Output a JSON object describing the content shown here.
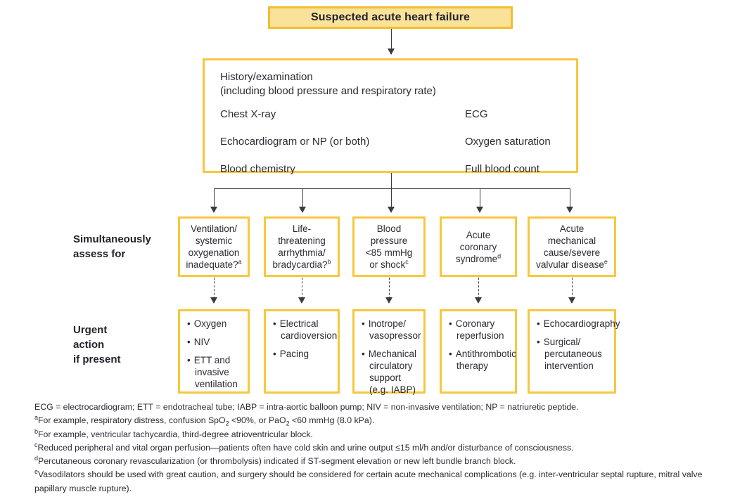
{
  "title_box": {
    "label": "Suspected acute heart failure"
  },
  "main_box": {
    "head_line_1": "History/examination",
    "head_line_2": "(including blood pressure and respiratory rate)",
    "rows": [
      {
        "left": "Chest X-ray",
        "right": "ECG"
      },
      {
        "left": "Echocardiogram or NP (or both)",
        "right": "Oxygen saturation"
      },
      {
        "left": "Blood chemistry",
        "right": "Full blood count"
      }
    ]
  },
  "row_labels": {
    "assess": "Simultaneously\nassess for",
    "action": "Urgent\naction\nif present"
  },
  "assess_boxes": [
    {
      "name": "ventilation",
      "lines": [
        "Ventilation/",
        "systemic",
        "oxygenation",
        "inadequate?"
      ],
      "superscript": "a"
    },
    {
      "name": "arrhythmia",
      "lines": [
        "Life-threatening",
        "arrhythmia/",
        "bradycardia?"
      ],
      "superscript": "b"
    },
    {
      "name": "blood-pressure",
      "lines": [
        "Blood pressure",
        "<85 mmHg",
        "or shock"
      ],
      "superscript": "c"
    },
    {
      "name": "acute-coronary-syndrome",
      "lines": [
        "Acute",
        "coronary",
        "syndrome"
      ],
      "superscript": "d"
    },
    {
      "name": "mechanical-cause",
      "lines": [
        "Acute",
        "mechanical",
        "cause/severe",
        "valvular disease"
      ],
      "superscript": "e"
    }
  ],
  "action_boxes": [
    {
      "name": "ventilation-actions",
      "items": [
        "Oxygen",
        "NIV",
        "ETT and invasive ventilation"
      ]
    },
    {
      "name": "arrhythmia-actions",
      "items": [
        "Electrical cardioversion",
        "Pacing"
      ]
    },
    {
      "name": "blood-pressure-actions",
      "items": [
        "Inotrope/ vasopressor",
        "Mechanical circulatory support (e.g. IABP)"
      ]
    },
    {
      "name": "acs-actions",
      "items": [
        "Coronary reperfusion",
        "Antithrombotic therapy"
      ]
    },
    {
      "name": "mechanical-actions",
      "items": [
        "Echocardiography",
        "Surgical/ percutaneous intervention"
      ]
    }
  ],
  "footnotes": [
    "ECG = electrocardiogram; ETT = endotracheal tube; IABP = intra-aortic balloon pump; NIV = non-invasive ventilation; NP = natriuretic peptide.",
    "For example, respiratory distress, confusion SpO2 <90%, or PaO2 <60 mmHg (8.0 kPa).",
    "For example, ventricular tachycardia, third-degree atrioventricular block.",
    "Reduced peripheral and vital organ perfusion—patients often have cold skin and urine output ≤15 ml/h and/or disturbance of consciousness.",
    "Percutaneous coronary revascularization (or thrombolysis) indicated if ST-segment elevation or new left bundle branch block.",
    "Vasodilators should be used with great caution, and surgery should be considered for certain acute mechanical complications (e.g. inter-ventricular septal rupture, mitral valve papillary muscle rupture)."
  ],
  "footnote_markers": [
    "",
    "a",
    "b",
    "c",
    "d",
    "e"
  ],
  "colors": {
    "box_border": "#F7C73F",
    "title_fill": "#FBE29A",
    "title_border": "#F2BE2C",
    "connector": "#3a3a42",
    "text": "#2b2b33"
  }
}
